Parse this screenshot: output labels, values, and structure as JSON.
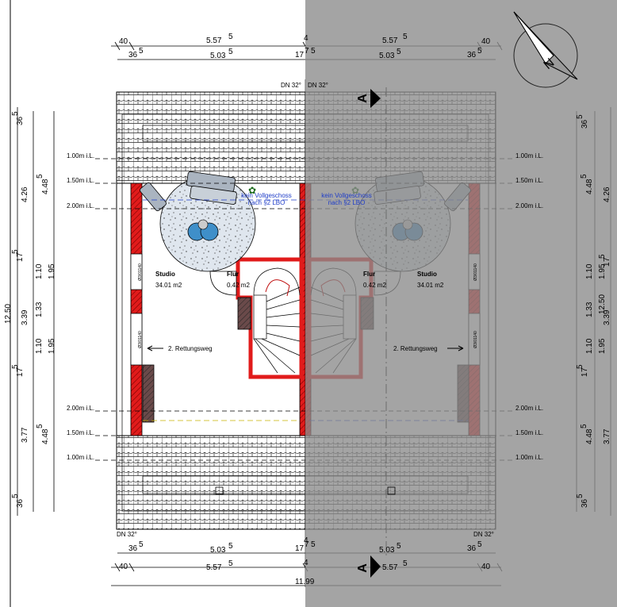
{
  "roof_pitch": [
    "DN 32°",
    "DN 32°",
    "DN 32°",
    "DN 32°"
  ],
  "top_dims": {
    "outer": [
      "40",
      "5.57",
      "5",
      "4",
      "5.57",
      "5",
      "40"
    ],
    "inner": [
      "36",
      "5",
      "5.03",
      "5",
      "17",
      "7",
      "5",
      "5.03",
      "5",
      "36",
      "5"
    ]
  },
  "bottom_dims": {
    "inner": [
      "36",
      "5",
      "5.03",
      "5",
      "17",
      "4",
      "7",
      "5",
      "5.03",
      "5",
      "36",
      "5"
    ],
    "outer": [
      "40",
      "5.57",
      "5",
      "4",
      "5.57",
      "5",
      "40"
    ],
    "total": "11.99"
  },
  "left_dims": [
    "36",
    "5",
    "4.26",
    "4.48",
    "5",
    "1",
    "7",
    "5",
    "1.10",
    "1.95",
    "3.39",
    "1.33",
    "1.10",
    "1.95",
    "1",
    "7",
    "5",
    "3.77",
    "4.48",
    "5",
    "36",
    "5",
    "12.50"
  ],
  "right_dims": [
    "36",
    "5",
    "4.26",
    "4.48",
    "5",
    "1.10",
    "1.95",
    "1",
    "7",
    "5",
    "1.33",
    "3.39",
    "1.10",
    "1.95",
    "1",
    "7",
    "5",
    "3.77",
    "4.48",
    "5",
    "36",
    "5",
    "12.50"
  ],
  "levels": [
    "1.00m i.L.",
    "1.50m i.L.",
    "2.00m i.L.",
    "2.00m i.L.",
    "1.50m i.L.",
    "1.00m i.L."
  ],
  "note": [
    "kein Vollgeschoss",
    "nach §2 LBO"
  ],
  "rooms": {
    "studio": {
      "name": "Studio",
      "area": "34.01 m2"
    },
    "flur": {
      "name": "Flur",
      "area": "0.42 m2"
    }
  },
  "escape_route": "2. Rettungsweg",
  "window_label": "Ø3/01140",
  "section_marker": "A",
  "colors": {
    "wall": "#e11b1b",
    "shade": "#8a8a8a",
    "note": "#1e3cc8"
  },
  "icons": [
    "north-arrow-icon",
    "section-marker-icon"
  ]
}
